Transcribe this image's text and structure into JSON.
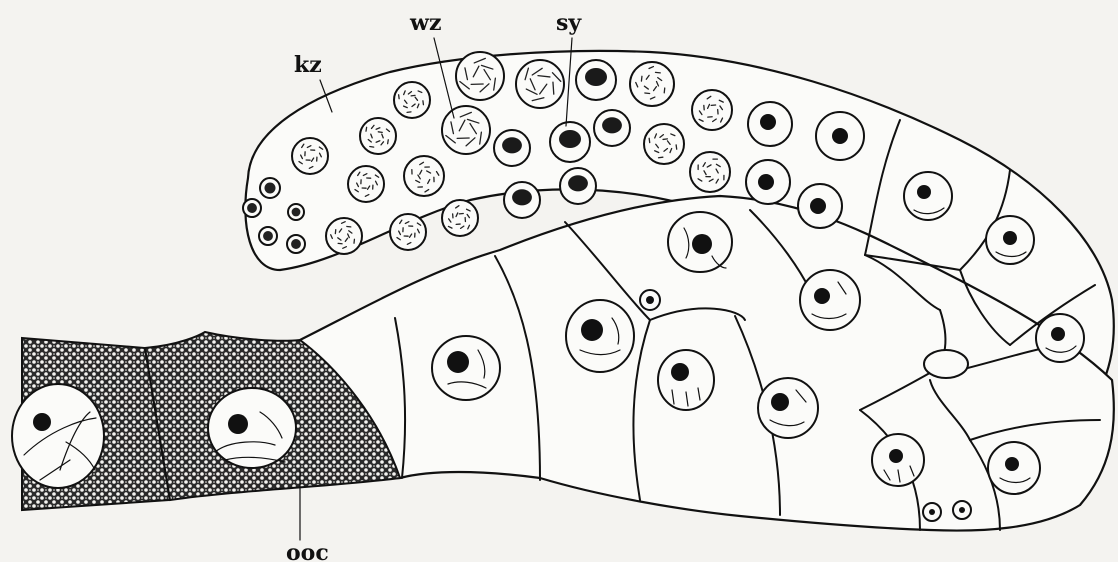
{
  "labels": {
    "kz": "kz",
    "wz": "wz",
    "sy": "sy",
    "ooc": "ooc"
  },
  "colors": {
    "paper": "#f4f3f0",
    "ink": "#111111",
    "cell_fill": "#fbfbf9",
    "stipple": "#2a2a2a"
  }
}
